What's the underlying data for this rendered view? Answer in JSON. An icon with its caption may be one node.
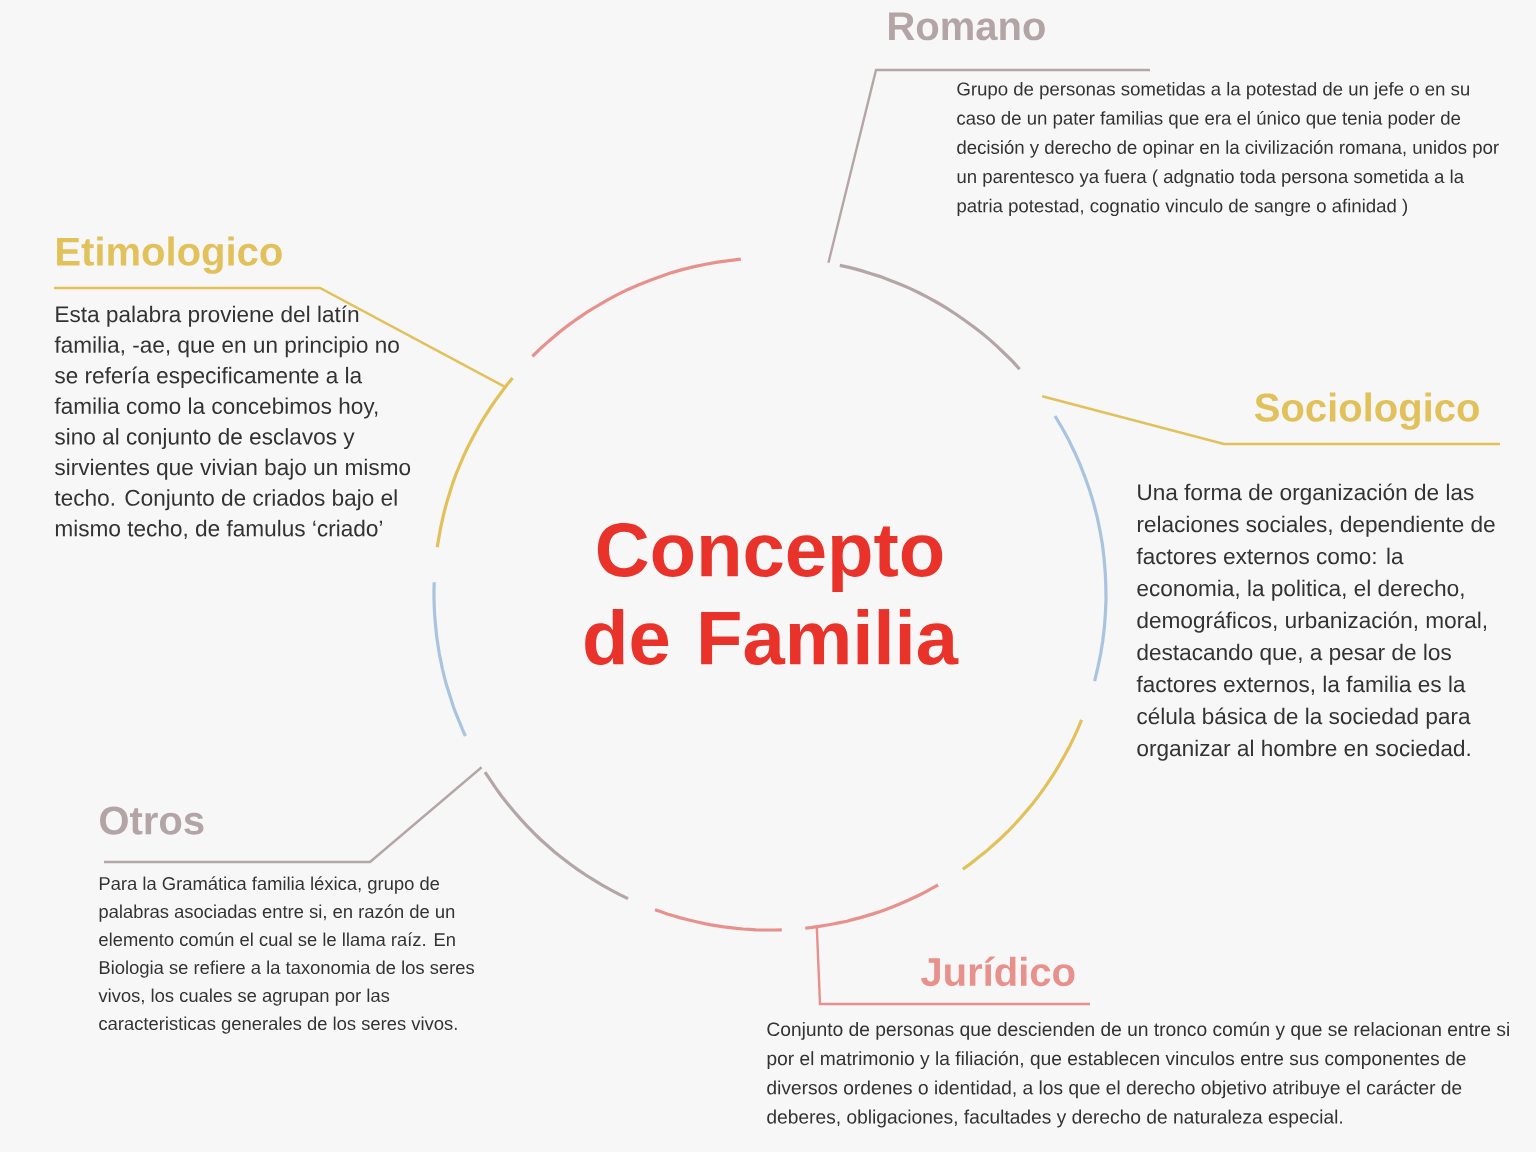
{
  "diagram": {
    "nodes": [
      {
        "text": [
          "Romano",
          "Grupo de personas sometidas a la potestad de un jefe o en su caso de un pater familias que era el único que tenia poder de decisión y derecho de opinar en la civilización romana, unidos por un parentesco ya fuera ( adgnatio toda persona sometida a la patria potestad, cognatio vinculo de sangre o afinidad )"
        ]
      },
      {
        "text": [
          "Etimologico",
          "Esta palabra proviene del latín familia, -ae, que en un principio no se refería especificamente a la familia como la concebimos hoy, sino al conjunto de esclavos y sirvientes que vivian bajo un mismo techo. Conjunto de criados bajo el mismo techo, de famulus ‘criado’"
        ]
      },
      {
        "text": [
          "Concepto de Familia"
        ]
      },
      {
        "text": [
          "Sociologico",
          "Una forma de organización de las relaciones sociales, dependiente de factores externos como: la economia, la politica, el derecho, demográficos, urbanización, moral, destacando que, a pesar de los factores externos, la familia es la célula básica de la sociedad para organizar al hombre en sociedad."
        ]
      },
      {
        "text": [
          "Otros",
          "Para la Gramática familia léxica, grupo de palabras asociadas entre si, en razón de un elemento común el cual se le llama raíz. En Biologia se refiere a la taxonomia de los seres vivos, los cuales se agrupan por las caracteristicas generales de los seres vivos."
        ]
      },
      {
        "text": [
          "Jurídico",
          "Conjunto de personas que descienden de un tronco común y que se relacionan entre si por el matrimonio y la filiación, que establecen vinculos entre sus componentes de diversos ordenes o identidad, a los que el derecho objetivo atribuye el carácter de deberes, obligaciones, facultades y derecho de naturaleza especial."
        ]
      }
    ],
    "edges": [
      {
        "from": 2,
        "to": 0,
        "arrow": "none",
        "color": "#b5a6a6"
      },
      {
        "from": 2,
        "to": 1,
        "arrow": "none",
        "color": "#e2c15a"
      },
      {
        "from": 2,
        "to": 3,
        "arrow": "none",
        "color": "#e2c15a"
      },
      {
        "from": 2,
        "to": 4,
        "arrow": "none",
        "color": "#b5a6a6"
      },
      {
        "from": 2,
        "to": 5,
        "arrow": "none",
        "color": "#e8918c"
      }
    ]
  }
}
